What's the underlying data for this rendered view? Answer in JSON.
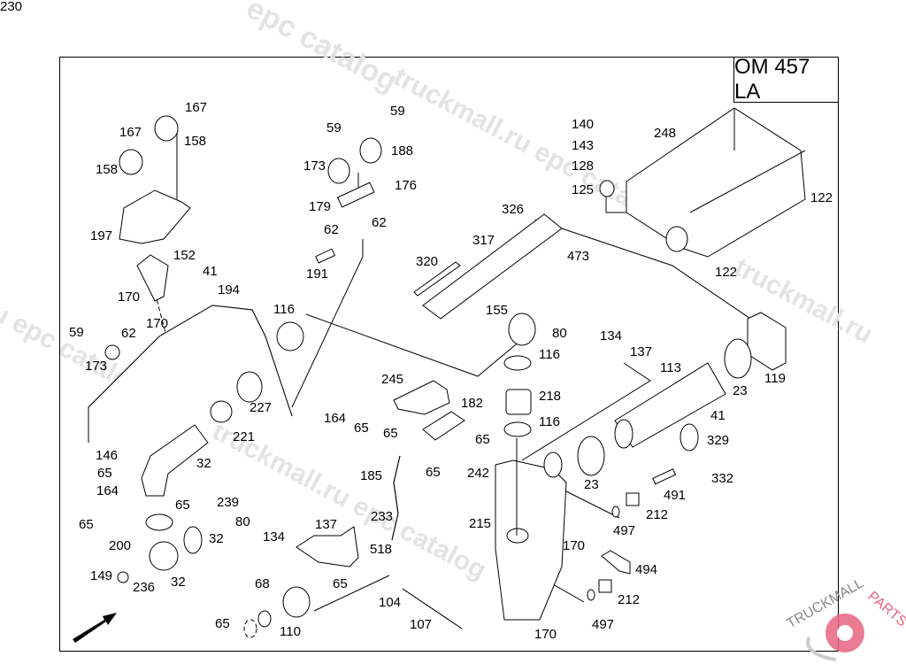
{
  "model": "OM 457 LA",
  "watermarks": [
    "epc catalog",
    "truckmall.ru epc catalog",
    "truckmall.ru",
    "ru epc catalog",
    "truckmall.ru epc catalog"
  ],
  "logo": {
    "text_a": "TRUCKMALL",
    "text_b": "PARTS",
    "accent": "#e8647f"
  },
  "callouts": [
    "167",
    "167",
    "158",
    "158",
    "197",
    "152",
    "41",
    "170",
    "170",
    "59",
    "62",
    "173",
    "194",
    "59",
    "59",
    "188",
    "173",
    "176",
    "179",
    "62",
    "62",
    "191",
    "116",
    "140",
    "143",
    "128",
    "125",
    "248",
    "122",
    "122",
    "326",
    "317",
    "473",
    "320",
    "155",
    "80",
    "134",
    "137",
    "116",
    "113",
    "218",
    "116",
    "23",
    "119",
    "41",
    "329",
    "23",
    "332",
    "491",
    "212",
    "497",
    "170",
    "494",
    "212",
    "497",
    "170",
    "215",
    "245",
    "182",
    "65",
    "164",
    "65",
    "65",
    "65",
    "242",
    "185",
    "227",
    "221",
    "32",
    "146",
    "65",
    "164",
    "65",
    "200",
    "65",
    "32",
    "32",
    "149",
    "236",
    "239",
    "80",
    "134",
    "137",
    "233",
    "518",
    "65",
    "68",
    "104",
    "65",
    "110",
    "107",
    "230"
  ]
}
